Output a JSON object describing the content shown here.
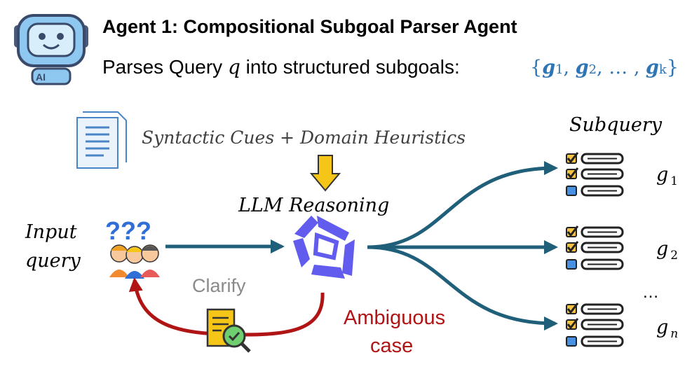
{
  "header": {
    "agent_title": "Agent 1: Compositional Subgoal Parser Agent",
    "parse_text": "Parses Query ",
    "query_symbol": "q",
    "parse_text_tail": " into structured subgoals: ",
    "subgoal_set": {
      "open": "{",
      "g": "g",
      "sub1": "1",
      "sub2": "2",
      "subk": "k",
      "comma": ", ",
      "ellipsis": "… ",
      "close": "}"
    }
  },
  "diagram": {
    "cues_label": "Syntactic Cues + Domain Heuristics",
    "llm_label": "LLM Reasoning",
    "input_label_line1": "Input",
    "input_label_line2": "query",
    "question_marks": "???",
    "clarify_label": "Clarify",
    "ambiguous_line1": "Ambiguous",
    "ambiguous_line2": "case",
    "subquery_header": "Subquery",
    "subgoals": [
      {
        "g": "g",
        "sub": "1"
      },
      {
        "g": "g",
        "sub": "2"
      },
      {
        "g": "g",
        "sub": "n"
      }
    ],
    "vertical_ellipsis": "…"
  },
  "colors": {
    "title": "#000000",
    "set_blue": "#2e75b6",
    "arrow_teal": "#1f5f7a",
    "ambiguous_red": "#b01414",
    "clarify_gray": "#8a8a8a",
    "cues_gray": "#404040",
    "llm_purple": "#615ced",
    "doc_blue": "#4a86c5",
    "down_arrow_yellow": "#f5c518",
    "checkbox_orange": "#f5a623",
    "checkbox_blue": "#4a90e2"
  },
  "icons": [
    "robot-ai-icon",
    "document-icon",
    "down-arrow-icon",
    "confused-people-icon",
    "llm-logo-icon",
    "clarify-document-icon",
    "checklist-icon"
  ]
}
